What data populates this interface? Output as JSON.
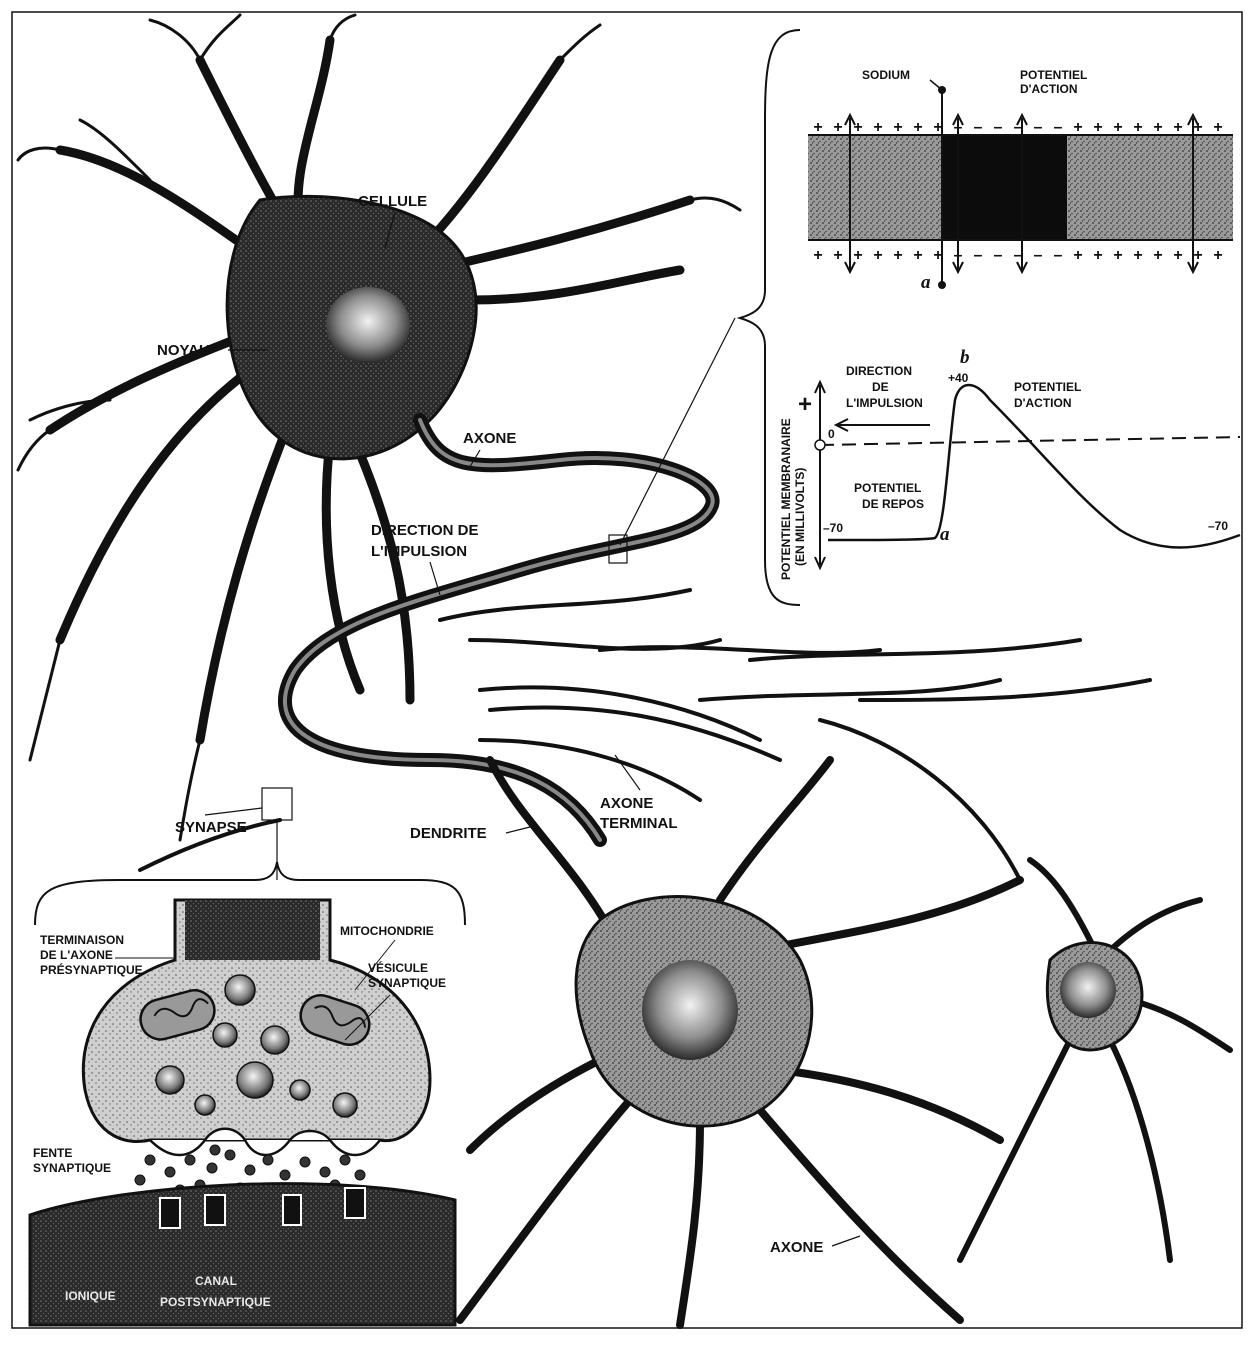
{
  "figure": {
    "neuron_labels": {
      "cellule": "CELLULE",
      "noyau": "NOYAU",
      "axone_top": "AXONE",
      "direction_line1": "DIRECTION DE",
      "direction_line2": "L'IMPULSION",
      "synapse": "SYNAPSE",
      "dendrite": "DENDRITE",
      "axone_terminal_line1": "AXONE",
      "axone_terminal_line2": "TERMINAL",
      "axone_bottom": "AXONE"
    },
    "membrane_panel": {
      "sodium": "SODIUM",
      "potentiel_line1": "POTENTIEL",
      "potentiel_line2": "D'ACTION",
      "point_a": "a"
    },
    "graph_panel": {
      "ylabel_line1": "POTENTIEL MEMBRANAIRE",
      "ylabel_line2": "(EN MILLIVOLTS)",
      "plus_sign": "+",
      "tick_zero": "0",
      "tick_minus70": "–70",
      "tick_plus40": "+40",
      "end_minus70": "–70",
      "direction_line1": "DIRECTION",
      "direction_line2": "DE",
      "direction_line3": "L'IMPULSION",
      "potentiel_action_line1": "POTENTIEL",
      "potentiel_action_line2": "D'ACTION",
      "potentiel_repos_line1": "POTENTIEL",
      "potentiel_repos_line2": "DE REPOS",
      "point_a": "a",
      "point_b": "b"
    },
    "synapse_panel": {
      "terminaison_line1": "TERMINAISON",
      "terminaison_line2": "DE L'AXONE",
      "terminaison_line3": "PRÉSYNAPTIQUE",
      "mitochondrie": "MITOCHONDRIE",
      "vesicule_line1": "VÉSICULE",
      "vesicule_line2": "SYNAPTIQUE",
      "fente_line1": "FENTE",
      "fente_line2": "SYNAPTIQUE",
      "canal_label": "IONIQUE",
      "membrane_label_line1": "CANAL",
      "membrane_label_line2": "POSTSYNAPTIQUE"
    }
  },
  "colors": {
    "ink": "#111111",
    "stipple": "#555555",
    "membrane_light": "#8a8a8a",
    "membrane_dark": "#0c0c0c",
    "paper": "#ffffff"
  }
}
